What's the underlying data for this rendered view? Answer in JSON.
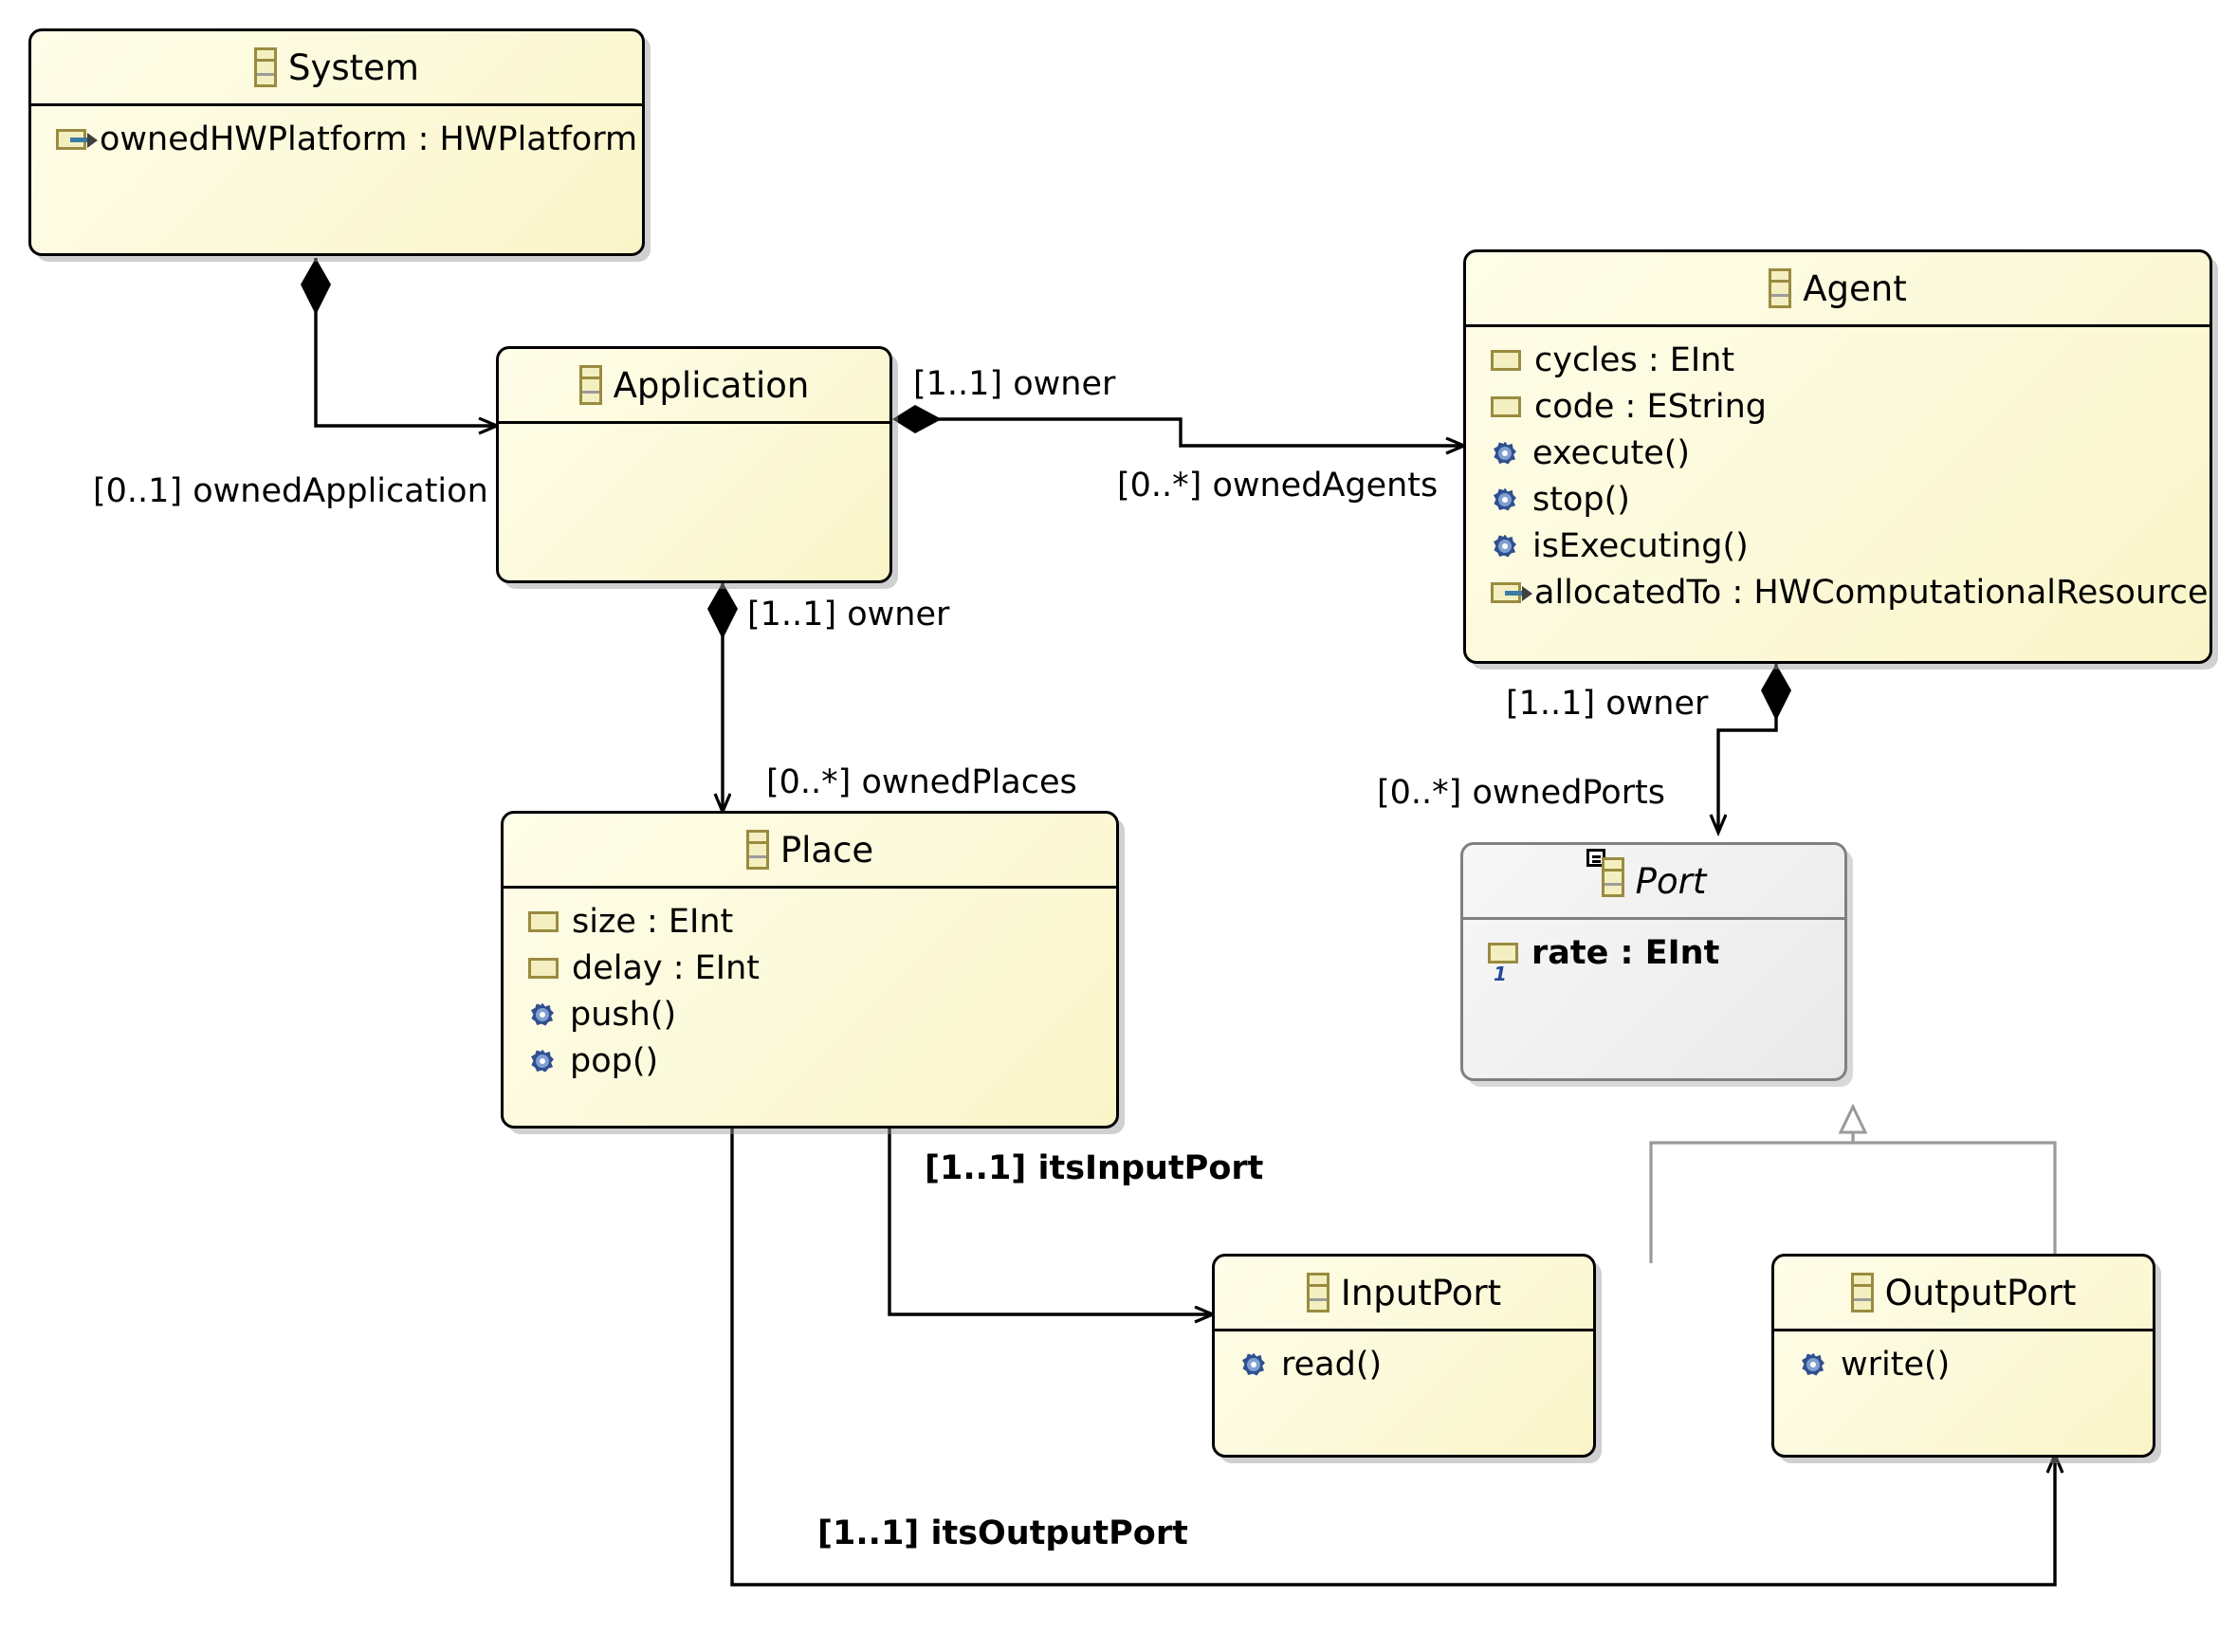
{
  "diagram": {
    "title": "UML Class Diagram",
    "background": "#ffffff",
    "class_fill": "#fdfbe0",
    "abstract_fill": "#efefef",
    "border_color": "#000000",
    "abstract_border_color": "#808080"
  },
  "classes": [
    {
      "id": "system",
      "name": "System",
      "abstract": false,
      "icon": "uml-class-icon",
      "features": [
        {
          "label": "ownedHWPlatform : HWPlatform",
          "icon": "ereference-icon",
          "kind": "reference",
          "bold": false
        }
      ]
    },
    {
      "id": "application",
      "name": "Application",
      "abstract": false,
      "icon": "uml-class-icon",
      "features": []
    },
    {
      "id": "agent",
      "name": "Agent",
      "abstract": false,
      "icon": "uml-class-icon",
      "features": [
        {
          "label": "cycles : EInt",
          "icon": "eattribute-icon",
          "kind": "attribute",
          "bold": false
        },
        {
          "label": "code : EString",
          "icon": "eattribute-icon",
          "kind": "attribute",
          "bold": false
        },
        {
          "label": "execute()",
          "icon": "eoperation-icon",
          "kind": "operation",
          "bold": false
        },
        {
          "label": "stop()",
          "icon": "eoperation-icon",
          "kind": "operation",
          "bold": false
        },
        {
          "label": "isExecuting()",
          "icon": "eoperation-icon",
          "kind": "operation",
          "bold": false
        },
        {
          "label": "allocatedTo : HWComputationalResource",
          "icon": "ereference-icon",
          "kind": "reference",
          "bold": false
        }
      ]
    },
    {
      "id": "place",
      "name": "Place",
      "abstract": false,
      "icon": "uml-class-icon",
      "features": [
        {
          "label": "size : EInt",
          "icon": "eattribute-icon",
          "kind": "attribute",
          "bold": false
        },
        {
          "label": "delay : EInt",
          "icon": "eattribute-icon",
          "kind": "attribute",
          "bold": false
        },
        {
          "label": "push()",
          "icon": "eoperation-icon",
          "kind": "operation",
          "bold": false
        },
        {
          "label": "pop()",
          "icon": "eoperation-icon",
          "kind": "operation",
          "bold": false
        }
      ]
    },
    {
      "id": "port",
      "name": "Port",
      "abstract": true,
      "icon": "uml-abstract-class-icon",
      "features": [
        {
          "label": "rate : EInt",
          "icon": "eattribute-multiplicity-1-icon",
          "kind": "attribute",
          "bold": true
        }
      ]
    },
    {
      "id": "inputport",
      "name": "InputPort",
      "abstract": false,
      "icon": "uml-class-icon",
      "features": [
        {
          "label": "read()",
          "icon": "eoperation-icon",
          "kind": "operation",
          "bold": false
        }
      ]
    },
    {
      "id": "outputport",
      "name": "OutputPort",
      "abstract": false,
      "icon": "uml-class-icon",
      "features": [
        {
          "label": "write()",
          "icon": "eoperation-icon",
          "kind": "operation",
          "bold": false
        }
      ]
    }
  ],
  "edge_labels": [
    {
      "id": "ownedApplication",
      "text": "[0..1] ownedApplication",
      "bold": false
    },
    {
      "id": "ownerApplicationAgent",
      "text": "[1..1] owner",
      "bold": false
    },
    {
      "id": "ownedAgents",
      "text": "[0..*] ownedAgents",
      "bold": false
    },
    {
      "id": "ownerApplicationPlace",
      "text": "[1..1] owner",
      "bold": false
    },
    {
      "id": "ownedPlaces",
      "text": "[0..*] ownedPlaces",
      "bold": false
    },
    {
      "id": "ownerAgentPort",
      "text": "[1..1] owner",
      "bold": false
    },
    {
      "id": "ownedPorts",
      "text": "[0..*] ownedPorts",
      "bold": false
    },
    {
      "id": "itsInputPort",
      "text": "[1..1] itsInputPort",
      "bold": true
    },
    {
      "id": "itsOutputPort",
      "text": "[1..1] itsOutputPort",
      "bold": true
    }
  ],
  "relationships": [
    {
      "id": "system-application",
      "type": "composition",
      "source": "system",
      "target": "application",
      "source_label": "",
      "target_label": "[0..1] ownedApplication"
    },
    {
      "id": "application-agent",
      "type": "composition",
      "source": "application",
      "target": "agent",
      "source_label": "[1..1] owner",
      "target_label": "[0..*] ownedAgents"
    },
    {
      "id": "application-place",
      "type": "composition",
      "source": "application",
      "target": "place",
      "source_label": "[1..1] owner",
      "target_label": "[0..*] ownedPlaces"
    },
    {
      "id": "agent-port",
      "type": "composition",
      "source": "agent",
      "target": "port",
      "source_label": "[1..1] owner",
      "target_label": "[0..*] ownedPorts"
    },
    {
      "id": "place-inputport",
      "type": "association",
      "source": "place",
      "target": "inputport",
      "source_label": "",
      "target_label": "[1..1] itsInputPort"
    },
    {
      "id": "place-outputport",
      "type": "association",
      "source": "place",
      "target": "outputport",
      "source_label": "",
      "target_label": "[1..1] itsOutputPort"
    },
    {
      "id": "inputport-port",
      "type": "generalization",
      "source": "inputport",
      "target": "port",
      "source_label": "",
      "target_label": ""
    },
    {
      "id": "outputport-port",
      "type": "generalization",
      "source": "outputport",
      "target": "port",
      "source_label": "",
      "target_label": ""
    }
  ]
}
